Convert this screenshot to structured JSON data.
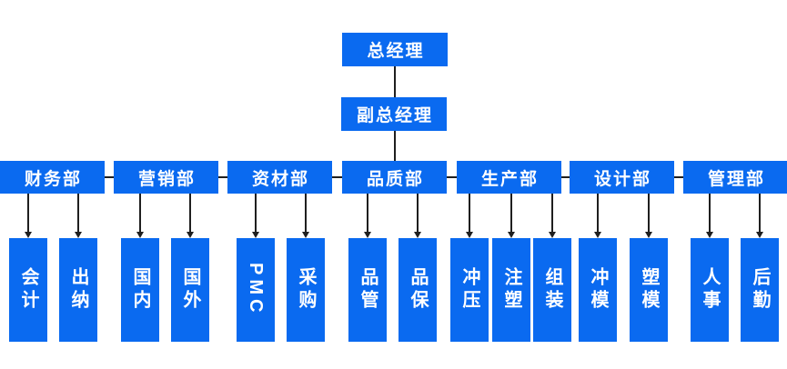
{
  "title_nodes": {
    "root": "总经理",
    "deputy": "副总经理"
  },
  "departments": [
    {
      "label": "财务部",
      "children": [
        "会计",
        "出纳"
      ]
    },
    {
      "label": "营销部",
      "children": [
        "国内",
        "国外"
      ]
    },
    {
      "label": "资材部",
      "children": [
        "PMC",
        "采购"
      ]
    },
    {
      "label": "品质部",
      "children": [
        "品管",
        "品保"
      ]
    },
    {
      "label": "生产部",
      "children": [
        "冲压",
        "注塑",
        "组装"
      ]
    },
    {
      "label": "设计部",
      "children": [
        "冲模",
        "塑模"
      ]
    },
    {
      "label": "管理部",
      "children": [
        "人事",
        "后勤"
      ]
    }
  ],
  "colors": {
    "node_fill": "#0a6af0",
    "node_text": "#ffffff",
    "connector": "#1f1f1f",
    "background": "#ffffff"
  }
}
